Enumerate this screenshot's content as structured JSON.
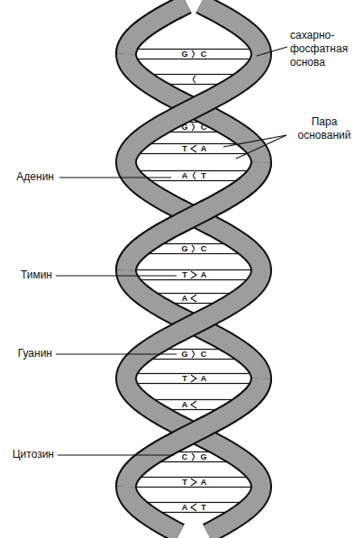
{
  "diagram": {
    "labels": [
      "сахарно-фосфатная основа",
      "Пара оснований",
      "Аденин",
      "Тимин",
      "Гуанин",
      "Цитозин",
      "G",
      "C",
      "G",
      "C",
      "T",
      "A",
      "A",
      "T",
      "G",
      "C",
      "T",
      "A",
      "A",
      "G",
      "C",
      "T",
      "A",
      "A",
      "C",
      "G",
      "T",
      "A",
      "A",
      "T"
    ]
  }
}
